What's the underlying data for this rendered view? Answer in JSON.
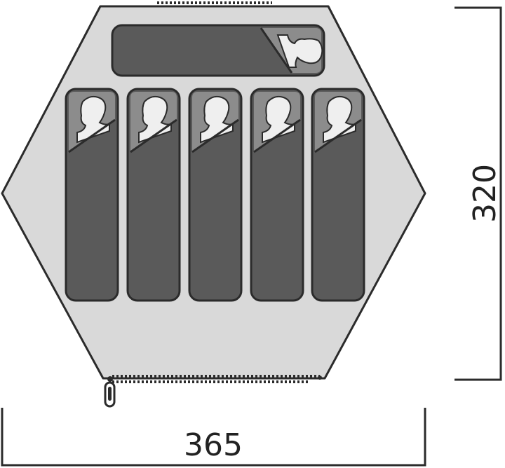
{
  "diagram": {
    "subject": "tent-floor-plan",
    "sleeping_places": 6,
    "width_label": "365",
    "depth_label": "320"
  },
  "colors": {
    "floor_fill": "#d9d9d9",
    "outline": "#2b2b2b",
    "bag_fill": "#5a5a5a",
    "bag_flap": "#8c8c8c",
    "head": "#efefef",
    "zipper": "#2b2b2b",
    "dimension": "#222222"
  },
  "icons": {
    "sleeper": "sleeping-bag-person-icon",
    "door_pull": "zipper-pull-icon"
  }
}
